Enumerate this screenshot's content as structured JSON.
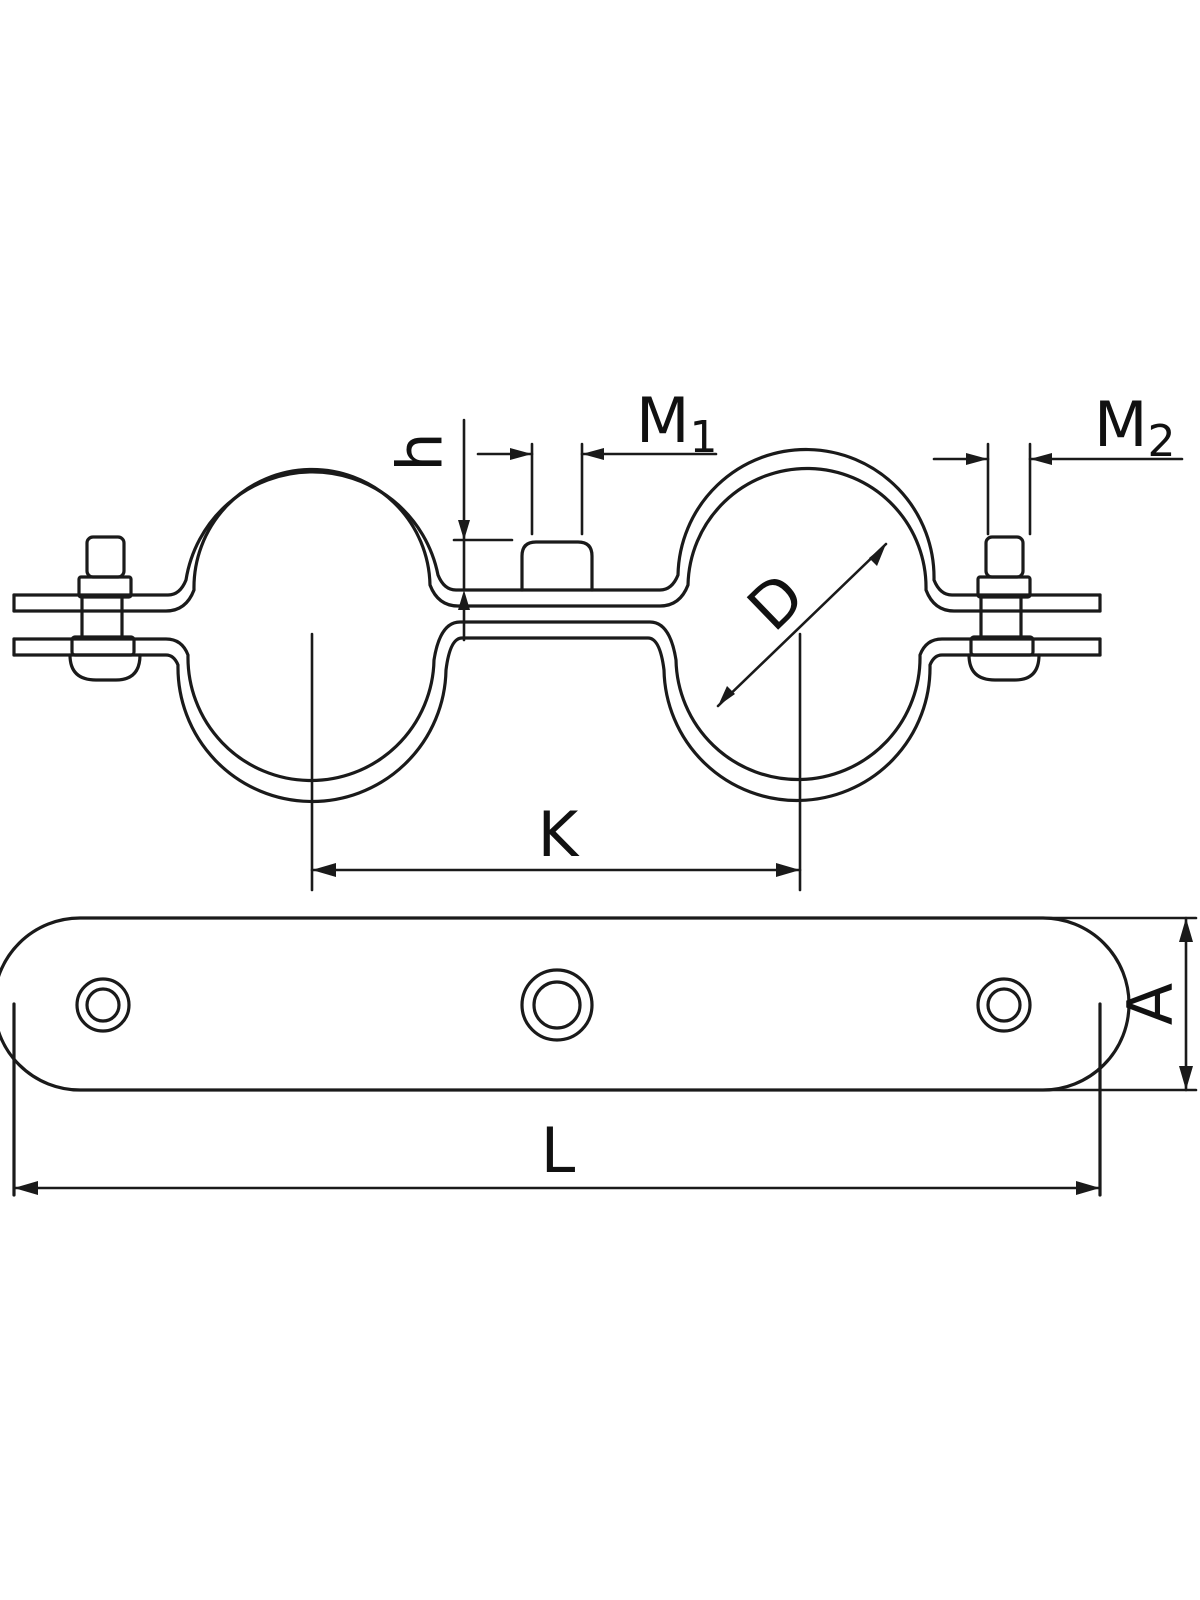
{
  "labels": {
    "h": "h",
    "m1": "M",
    "m1_sub": "1",
    "m2": "M",
    "m2_sub": "2",
    "d": "D",
    "k": "K",
    "a": "A",
    "l": "L"
  },
  "colors": {
    "line": "#1a1a1a",
    "background": "#ffffff"
  }
}
